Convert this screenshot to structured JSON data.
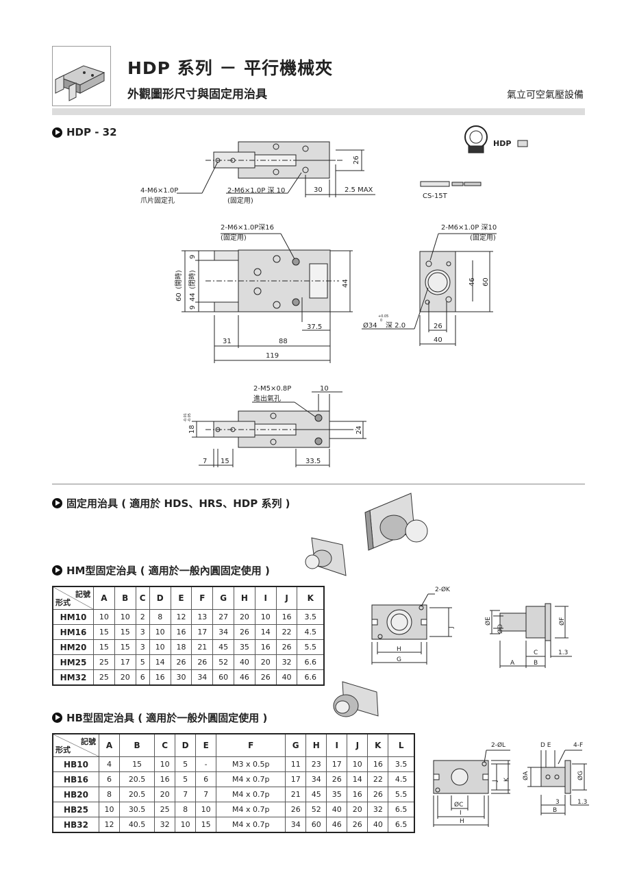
{
  "header": {
    "title": "HDP 系列 － 平行機械夾",
    "subtitle": "外觀圖形尺寸與固定用治具",
    "company": "氣立可空氣壓設備"
  },
  "hdp32": {
    "section_title": "HDP - 32",
    "top_view": {
      "dim_26": "26",
      "dim_30": "30",
      "dim_25max": "2.5 MAX",
      "label_claw_holes_1": "4-M6×1.0P",
      "label_claw_holes_2": "爪片固定孔",
      "label_fix_1": "2-M6×1.0P 深 10",
      "label_fix_2": "(固定用)"
    },
    "sensor": {
      "label_hdp": "HDP",
      "label_cs": "CS-15T"
    },
    "front_view": {
      "label_fix_1": "2-M6×1.0P深16",
      "label_fix_2": "(固定用)",
      "dim_9a": "9",
      "dim_9b": "9",
      "dim_60": "60",
      "dim_44": "44",
      "open": "(開時)",
      "close": "(閉時)",
      "dim_44r": "44",
      "dim_375": "37.5",
      "dim_31": "31",
      "dim_88": "88",
      "dim_119": "119"
    },
    "side_view": {
      "label_fix_1": "2-M6×1.0P 深10",
      "label_fix_2": "(固定用)",
      "dim_46": "46",
      "dim_60": "60",
      "dim_26": "26",
      "dim_40": "40",
      "bore_dia": "Ø34",
      "bore_tol_up": "+0.05",
      "bore_tol_down": "0",
      "bore_depth": "深  2.0"
    },
    "bottom_view": {
      "label_air_1": "2-M5×0.8P",
      "label_air_2": "進出氣孔",
      "dim_10": "10",
      "dim_18": "18",
      "dim_18_tol_up": "-0.01",
      "dim_18_tol_down": "-0.05",
      "dim_24": "24",
      "dim_7": "7",
      "dim_15": "15",
      "dim_335": "33.5"
    }
  },
  "fixtures": {
    "section_title": "固定用治具 ( 適用於 HDS、HRS、HDP 系列 )"
  },
  "hm": {
    "section_title": "HM型固定治具 ( 適用於一般內圓固定使用 )",
    "corner_top": "記號",
    "corner_bottom": "形式",
    "columns": [
      "A",
      "B",
      "C",
      "D",
      "E",
      "F",
      "G",
      "H",
      "I",
      "J",
      "K"
    ],
    "rows": [
      {
        "name": "HM10",
        "values": [
          "10",
          "10",
          "2",
          "8",
          "12",
          "13",
          "27",
          "20",
          "10",
          "16",
          "3.5"
        ]
      },
      {
        "name": "HM16",
        "values": [
          "15",
          "15",
          "3",
          "10",
          "16",
          "17",
          "34",
          "26",
          "14",
          "22",
          "4.5"
        ]
      },
      {
        "name": "HM20",
        "values": [
          "15",
          "15",
          "3",
          "10",
          "18",
          "21",
          "45",
          "35",
          "16",
          "26",
          "5.5"
        ]
      },
      {
        "name": "HM25",
        "values": [
          "25",
          "17",
          "5",
          "14",
          "26",
          "26",
          "52",
          "40",
          "20",
          "32",
          "6.6"
        ]
      },
      {
        "name": "HM32",
        "values": [
          "25",
          "20",
          "6",
          "16",
          "30",
          "34",
          "60",
          "46",
          "26",
          "40",
          "6.6"
        ]
      }
    ],
    "drawing": {
      "k": "2-ØK",
      "j": "J",
      "h": "H",
      "g": "G",
      "e": "ØE",
      "d": "ØD",
      "f": "ØF",
      "c": "C",
      "a": "A",
      "b": "B",
      "v13": "1.3"
    }
  },
  "hb": {
    "section_title": "HB型固定治具 ( 適用於一般外圓固定使用 )",
    "corner_top": "記號",
    "corner_bottom": "形式",
    "columns": [
      "A",
      "B",
      "C",
      "D",
      "E",
      "F",
      "G",
      "H",
      "I",
      "J",
      "K",
      "L"
    ],
    "rows": [
      {
        "name": "HB10",
        "values": [
          "4",
          "15",
          "10",
          "5",
          "-",
          "M3 x 0.5p",
          "11",
          "23",
          "17",
          "10",
          "16",
          "3.5"
        ]
      },
      {
        "name": "HB16",
        "values": [
          "6",
          "20.5",
          "16",
          "5",
          "6",
          "M4 x 0.7p",
          "17",
          "34",
          "26",
          "14",
          "22",
          "4.5"
        ]
      },
      {
        "name": "HB20",
        "values": [
          "8",
          "20.5",
          "20",
          "7",
          "7",
          "M4 x 0.7p",
          "21",
          "45",
          "35",
          "16",
          "26",
          "5.5"
        ]
      },
      {
        "name": "HB25",
        "values": [
          "10",
          "30.5",
          "25",
          "8",
          "10",
          "M4 x 0.7p",
          "26",
          "52",
          "40",
          "20",
          "32",
          "6.5"
        ]
      },
      {
        "name": "HB32",
        "values": [
          "12",
          "40.5",
          "32",
          "10",
          "15",
          "M4 x 0.7p",
          "34",
          "60",
          "46",
          "26",
          "40",
          "6.5"
        ]
      }
    ],
    "drawing": {
      "l": "2-ØL",
      "de": "D  E",
      "f4": "4-F",
      "j": "J",
      "k": "K",
      "c": "ØC",
      "i": "I",
      "h": "H",
      "a": "ØA",
      "g": "ØG",
      "v3": "3",
      "b": "B",
      "v13": "1.3"
    }
  }
}
